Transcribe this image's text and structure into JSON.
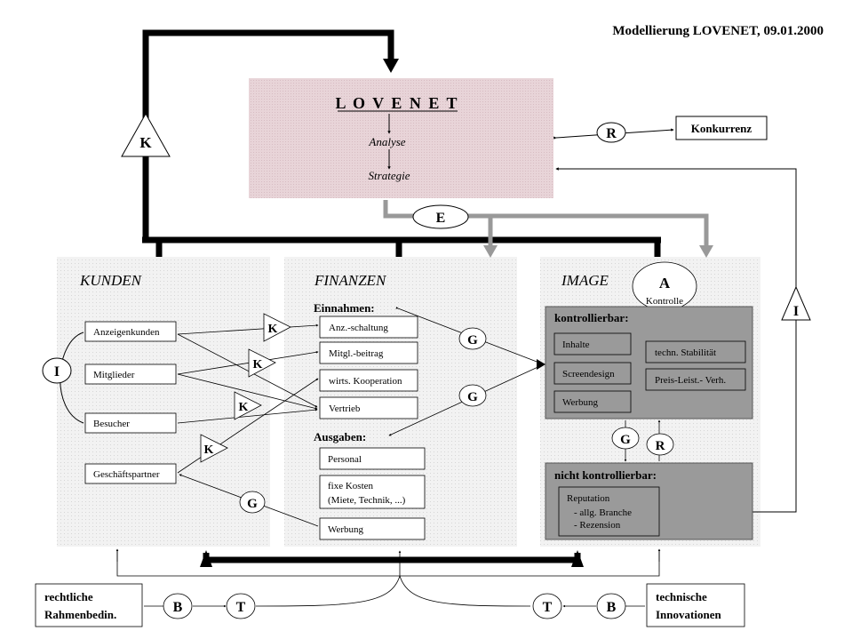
{
  "title": "Modellierung LOVENET, 09.01.2000",
  "center": {
    "name": "L O V E N E T",
    "analyse": "Analyse",
    "strategie": "Strategie"
  },
  "konkurrenz": "Konkurrenz",
  "sections": {
    "kunden": "KUNDEN",
    "finanzen": "FINANZEN",
    "image": "IMAGE"
  },
  "kunden_items": {
    "anzeigenkunden": "Anzeigenkunden",
    "mitglieder": "Mitglieder",
    "besucher": "Besucher",
    "geschaeftspartner": "Geschäftspartner"
  },
  "finanzen": {
    "einnahmen_label": "Einnahmen:",
    "einnahmen": [
      "Anz.-schaltung",
      "Mitgl.-beitrag",
      "wirts. Kooperation",
      "Vertrieb"
    ],
    "ausgaben_label": "Ausgaben:",
    "personal": "Personal",
    "fixe_kosten_1": "fixe Kosten",
    "fixe_kosten_2": "(Miete, Technik, ...)",
    "werbung": "Werbung"
  },
  "image": {
    "kontrolle_letter": "A",
    "kontrolle_label": "Kontrolle",
    "kontrollierbar_label": "kontrollierbar:",
    "inhalte": "Inhalte",
    "screendesign": "Screendesign",
    "werbung": "Werbung",
    "stabilitaet": "techn. Stabilität",
    "preis": "Preis-Leist.- Verh.",
    "nicht_label": "nicht kontrollierbar:",
    "reputation": "Reputation",
    "branche": "- allg. Branche",
    "rezension": "- Rezension"
  },
  "bottom": {
    "left_1": "rechtliche",
    "left_2": "Rahmenbedin.",
    "right_1": "technische",
    "right_2": "Innovationen"
  },
  "symbols": {
    "K": "K",
    "R": "R",
    "E": "E",
    "I": "I",
    "G": "G",
    "B": "B",
    "T": "T"
  },
  "colors": {
    "center_fill": "#e7d3d7",
    "section_fill": "#eeeeee",
    "sub_fill": "#9a9a9a",
    "thick_line": "#000000",
    "gray_arrow": "#999999"
  }
}
